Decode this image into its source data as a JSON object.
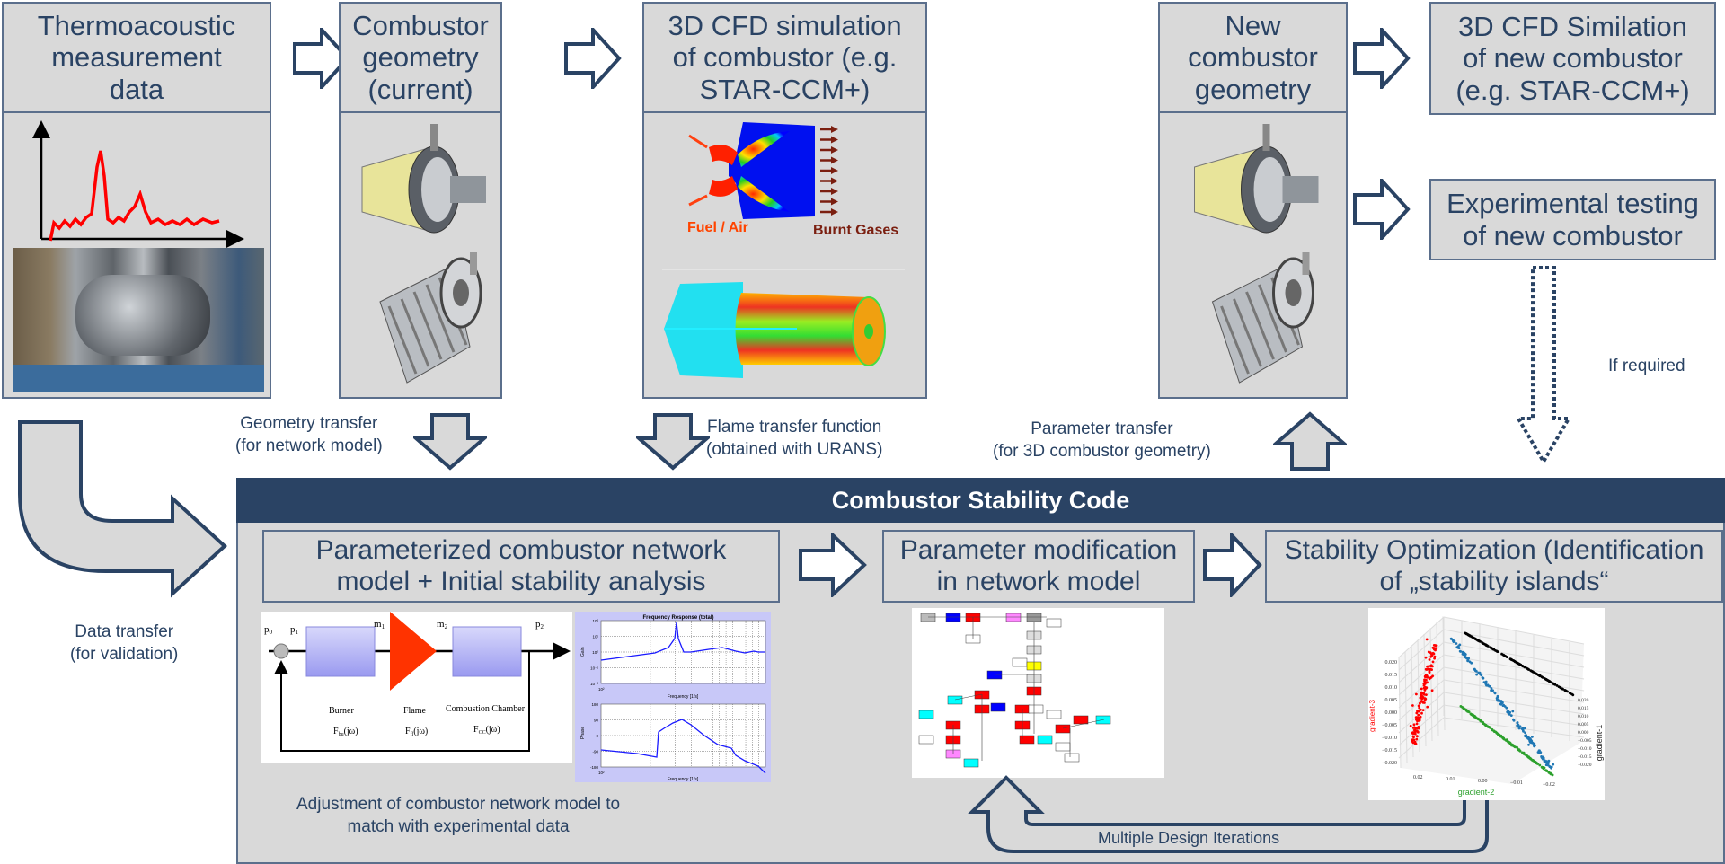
{
  "colors": {
    "navy": "#2a4364",
    "box_fill": "#d9d9d9",
    "box_border": "#5b6f8c",
    "signal_red": "#ff0000"
  },
  "top_row": {
    "measurement": {
      "title": "Thermoacoustic measurement data"
    },
    "geometry_current": {
      "title": "Combustor geometry (current)"
    },
    "cfd": {
      "title": "3D CFD simulation of combustor (e.g. STAR-CCM+)",
      "fuel_air": "Fuel / Air",
      "burnt_gases": "Burnt Gases"
    },
    "new_geometry": {
      "title": "New combustor geometry"
    },
    "cfd_new": {
      "title": "3D CFD Similation of new combustor (e.g. STAR-CCM+)"
    },
    "experimental": {
      "title": "Experimental testing of new combustor"
    }
  },
  "transfers": {
    "geometry": "Geometry transfer\n(for network model)",
    "flame": "Flame transfer function\n(obtained with URANS)",
    "parameter": "Parameter transfer\n(for 3D combustor geometry)",
    "data": "Data transfer\n(for validation)",
    "if_required": "If required",
    "iterations": "Multiple Design Iterations"
  },
  "stability_code": {
    "title": "Combustor Stability Code",
    "network_model": "Parameterized combustor network model + Initial stability analysis",
    "parameter_mod": "Parameter modification in network model",
    "optimization": "Stability Optimization (Identification of „stability islands“",
    "adjustment": "Adjustment of combustor network model to\nmatch with experimental data"
  },
  "block_diagram": {
    "p0": {
      "m": "p",
      "s": "0"
    },
    "p1": {
      "m": "p",
      "s": "1"
    },
    "m1": {
      "m": "m",
      "s": "1"
    },
    "m2": {
      "m": "m",
      "s": "2"
    },
    "p2": {
      "m": "p",
      "s": "2"
    },
    "burner": {
      "label": "Burner",
      "f": "F",
      "sub": "bu",
      "arg": "(jω)"
    },
    "flame": {
      "label": "Flame",
      "f": "F",
      "sub": "fl",
      "arg": "(jω)"
    },
    "chamber": {
      "label": "Combustion Chamber",
      "f": "F",
      "sub": "CC",
      "arg": "(jω)"
    }
  },
  "frequency_response": {
    "title": "Frequency Response (total)",
    "gain_label": "Gain",
    "phase_label": "Phase",
    "xlabel": "Frequency [1/s]",
    "gain_ticks": [
      "10²",
      "10¹",
      "10⁰",
      "10⁻¹",
      "10⁻²"
    ],
    "phase_ticks": [
      "180",
      "90",
      "0",
      "-90",
      "-180"
    ],
    "x_tick": "10²"
  },
  "scatter3d": {
    "xlabel": "gradient-2",
    "ylabel": "gradient-1",
    "zlabel": "gradient-3",
    "z_ticks": [
      "0.020",
      "0.015",
      "0.010",
      "0.005",
      "0.000",
      "−0.005",
      "−0.010",
      "−0.015",
      "−0.020"
    ],
    "x_ticks": [
      "0.02",
      "0.01",
      "0.00",
      "−0.01",
      "−0.02"
    ],
    "y_ticks": [
      "0.020",
      "0.015",
      "0.010",
      "0.005",
      "0.000",
      "−0.005",
      "−0.010",
      "−0.015",
      "−0.020"
    ],
    "cluster_colors": [
      "#ff0000",
      "#1f77b4",
      "#000000",
      "#2ca02c"
    ]
  }
}
